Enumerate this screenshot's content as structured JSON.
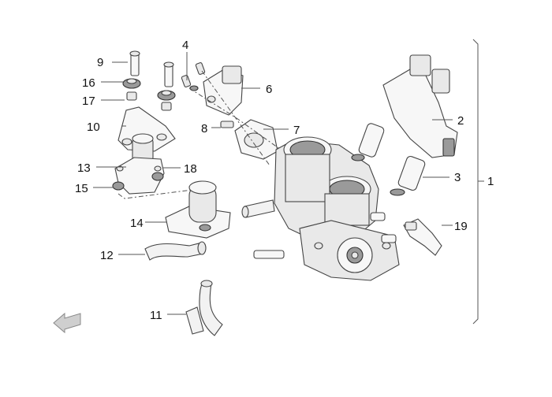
{
  "diagram": {
    "callouts": {
      "c1": "1",
      "c2": "2",
      "c3": "3",
      "c4": "4",
      "c6": "6",
      "c7": "7",
      "c8": "8",
      "c9": "9",
      "c10": "10",
      "c11": "11",
      "c12": "12",
      "c13": "13",
      "c14": "14",
      "c15": "15",
      "c16": "16",
      "c17": "17",
      "c18": "18",
      "c19": "19"
    }
  }
}
